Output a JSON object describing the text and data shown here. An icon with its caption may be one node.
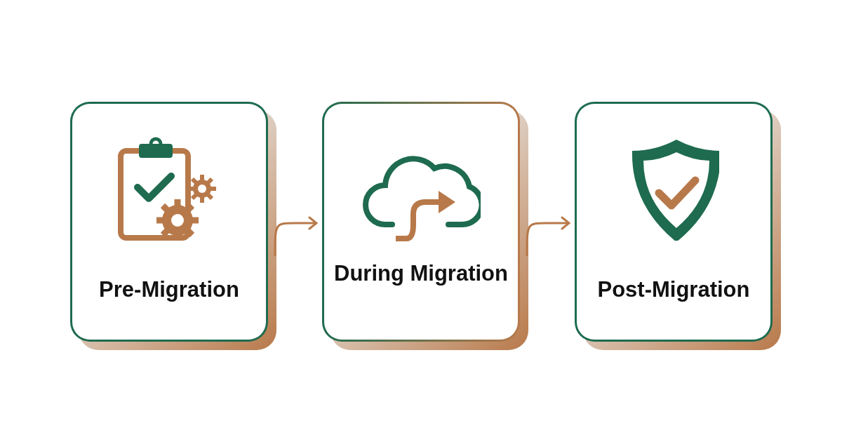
{
  "diagram": {
    "nodes": [
      {
        "text": [
          "Pre-Migration"
        ]
      },
      {
        "text": [
          "During Migration"
        ]
      },
      {
        "text": [
          "Post-Migration"
        ]
      }
    ],
    "edges": [
      {
        "from": 0,
        "to": 1,
        "arrow": "to"
      },
      {
        "from": 1,
        "to": 2,
        "arrow": "to"
      }
    ]
  }
}
